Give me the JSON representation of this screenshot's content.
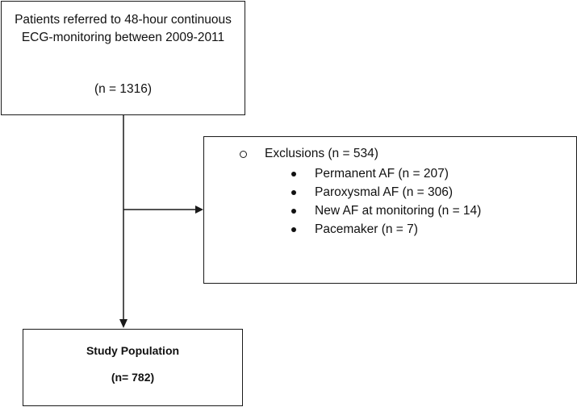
{
  "top_box": {
    "text": "Patients referred to 48-hour continuous ECG-monitoring between 2009-2011",
    "count": "(n = 1316)"
  },
  "exclusions_box": {
    "heading": "Exclusions (n = 534)",
    "items": [
      "Permanent AF (n = 207)",
      "Paroxysmal AF (n = 306)",
      "New AF at monitoring (n = 14)",
      "Pacemaker (n = 7)"
    ]
  },
  "study_box": {
    "title": "Study Population",
    "count": "(n= 782)"
  }
}
